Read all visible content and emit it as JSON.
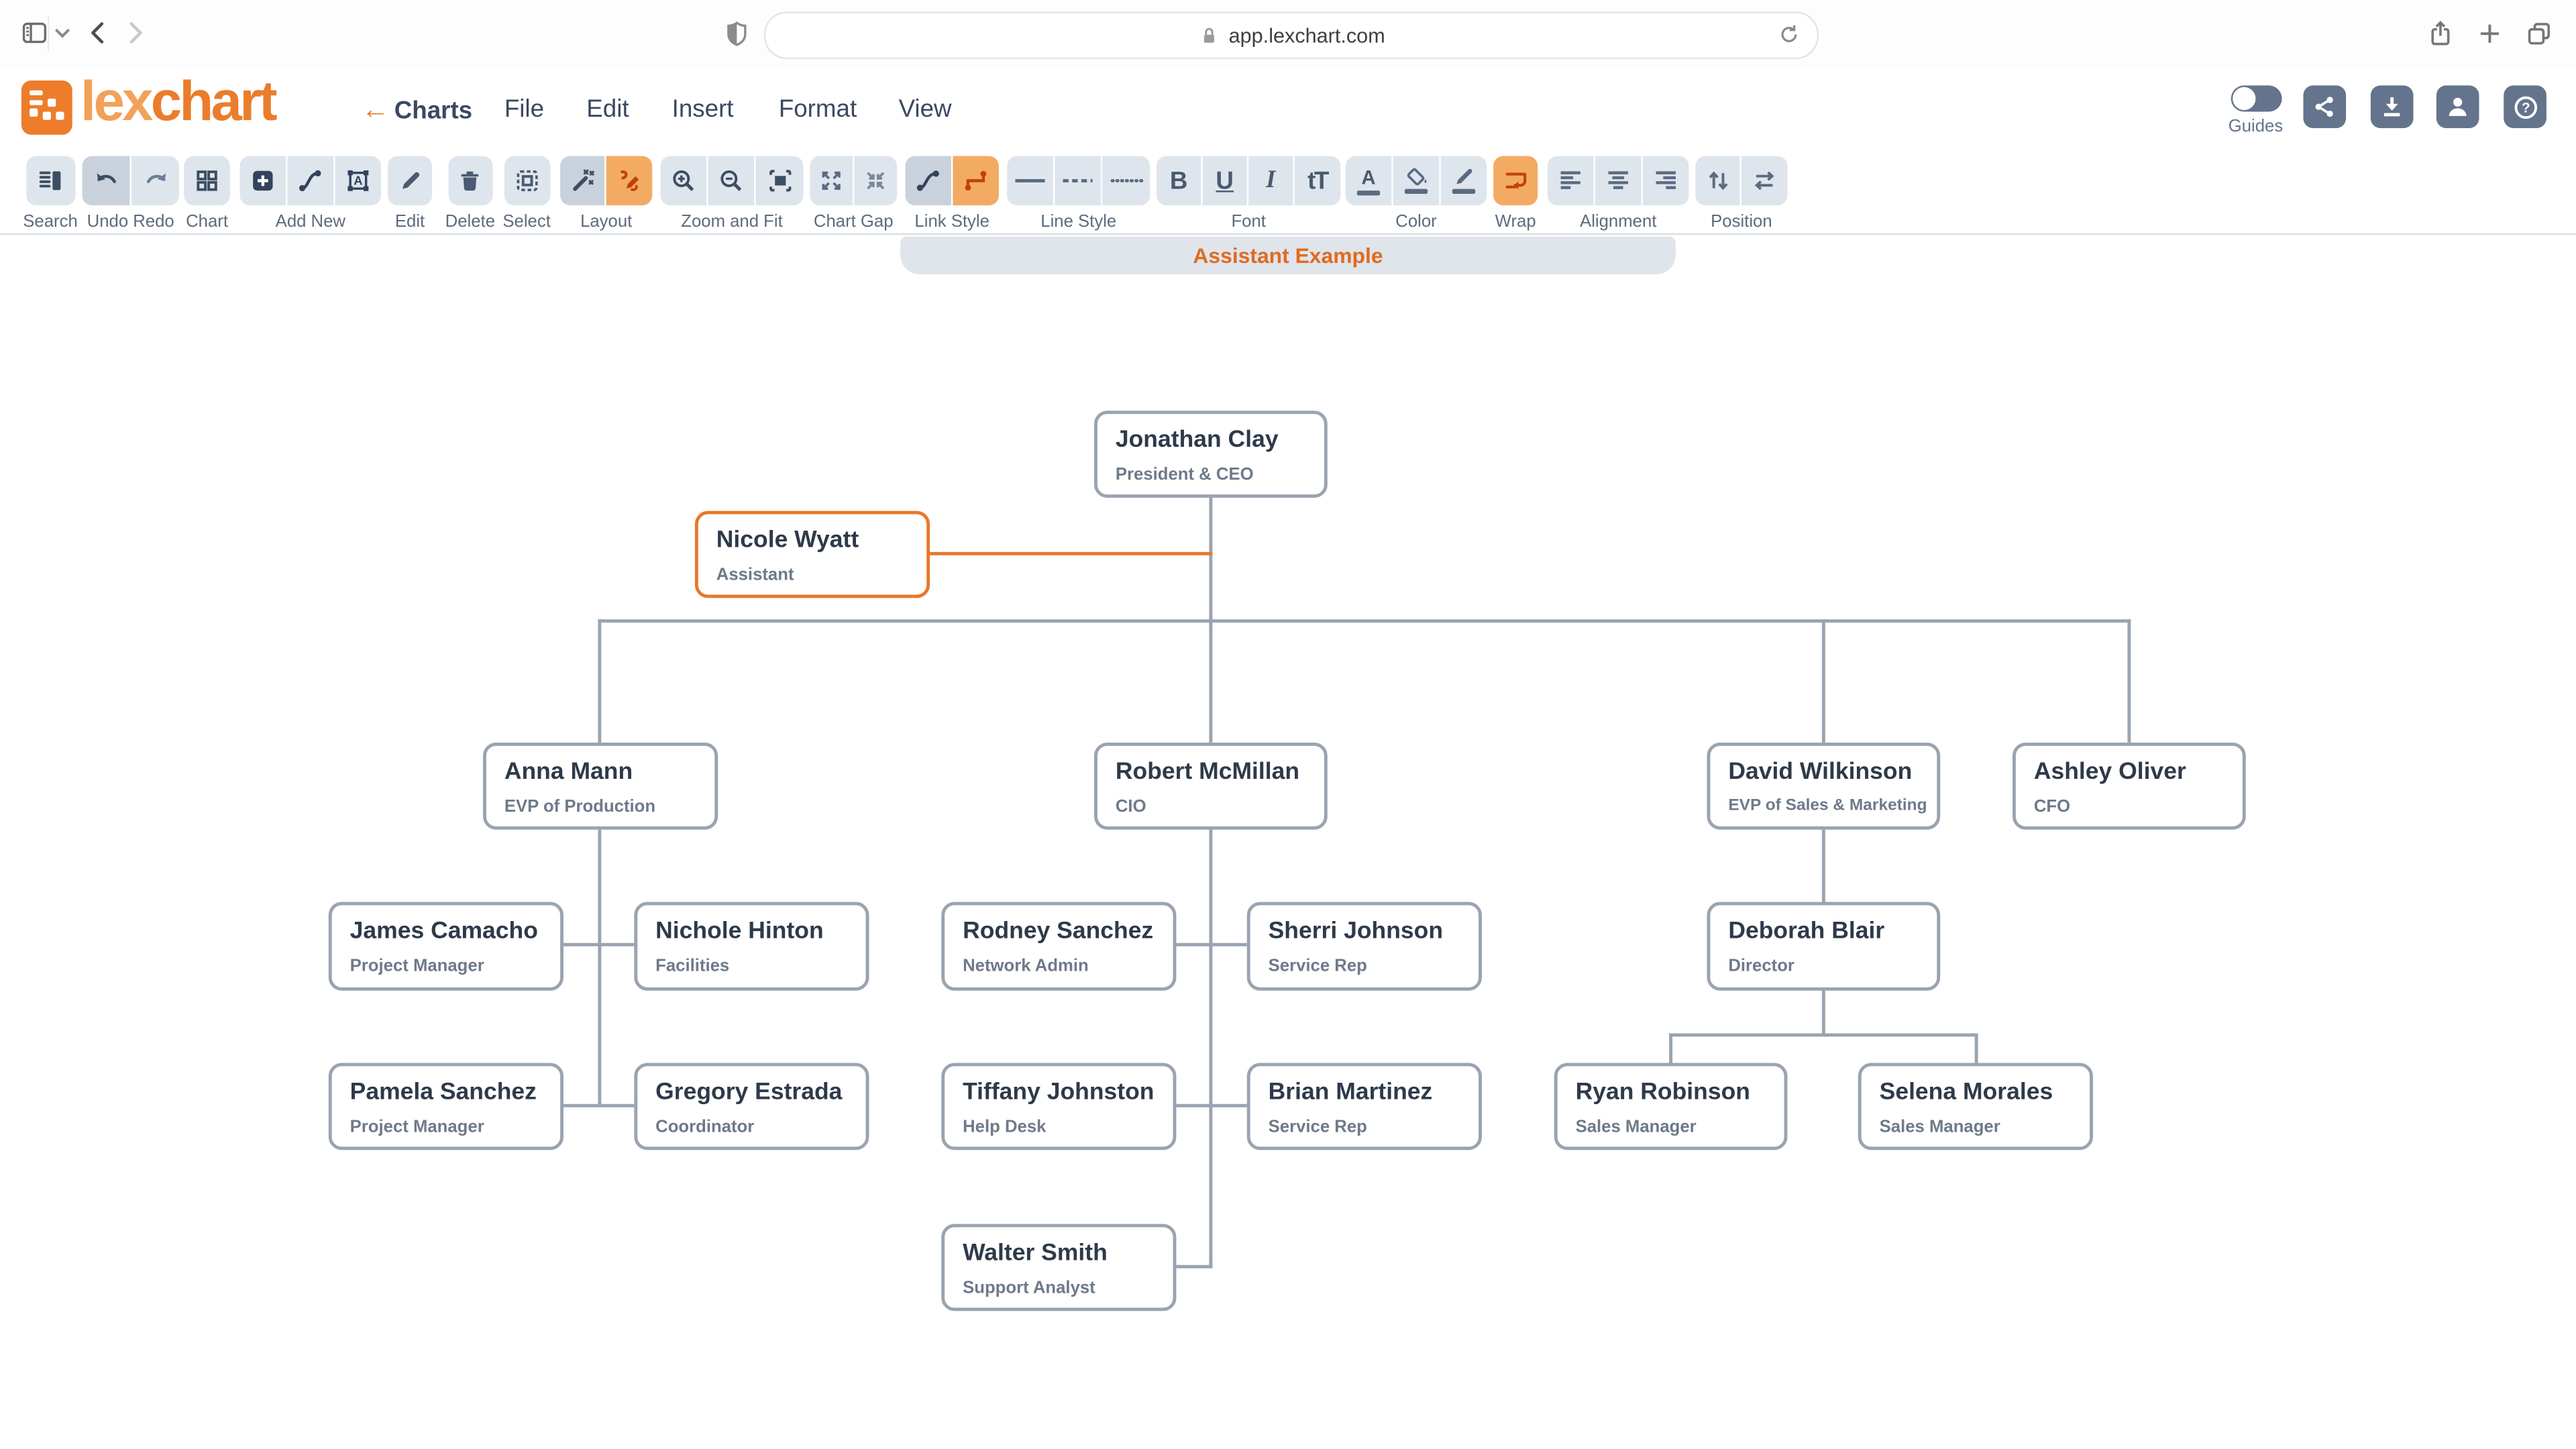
{
  "browser": {
    "url": "app.lexchart.com",
    "icons": [
      "sidebar-icon",
      "chevron-down-icon",
      "back-icon",
      "forward-icon",
      "shield-icon",
      "lock-icon",
      "reload-icon",
      "share-icon",
      "new-tab-icon",
      "tabs-icon"
    ]
  },
  "header": {
    "logo_lex": "lex",
    "logo_chart": "chart",
    "back_label": "Charts",
    "menus": [
      "File",
      "Edit",
      "Insert",
      "Format",
      "View"
    ],
    "guides_label": "Guides",
    "right_icons": [
      "share-nodes-icon",
      "download-icon",
      "person-icon",
      "help-icon"
    ],
    "slate_color": "#64748C"
  },
  "toolbar": {
    "groups": [
      {
        "label": "Search"
      },
      {
        "label": "Undo Redo"
      },
      {
        "label": "Chart"
      },
      {
        "label": "Add New"
      },
      {
        "label": "Edit"
      },
      {
        "label": "Delete"
      },
      {
        "label": "Select"
      },
      {
        "label": "Layout"
      },
      {
        "label": "Zoom and Fit"
      },
      {
        "label": "Chart Gap"
      },
      {
        "label": "Link Style"
      },
      {
        "label": "Line Style"
      },
      {
        "label": "Font"
      },
      {
        "label": "Color"
      },
      {
        "label": "Wrap"
      },
      {
        "label": "Alignment"
      },
      {
        "label": "Position"
      }
    ],
    "font_buttons": {
      "bold": "B",
      "underline": "U",
      "italic": "I",
      "size": "tT"
    },
    "color_letter": "A",
    "accent_button_color": "#F3AB63",
    "accent_icon_color": "#C2410C"
  },
  "canvas": {
    "title": "Assistant Example"
  },
  "org_chart": {
    "accent_color": "#E8772A",
    "line_color": "#9AA3B1",
    "nodes": [
      {
        "name": "Jonathan Clay",
        "title": "President & CEO"
      },
      {
        "name": "Nicole Wyatt",
        "title": "Assistant",
        "accent": true,
        "reports_to": "Jonathan Clay"
      },
      {
        "name": "Anna Mann",
        "title": "EVP of Production",
        "reports_to": "Jonathan Clay"
      },
      {
        "name": "Robert McMillan",
        "title": "CIO",
        "reports_to": "Jonathan Clay"
      },
      {
        "name": "David Wilkinson",
        "title": "EVP of Sales & Marketing",
        "reports_to": "Jonathan Clay"
      },
      {
        "name": "Ashley Oliver",
        "title": "CFO",
        "reports_to": "Jonathan Clay"
      },
      {
        "name": "James Camacho",
        "title": "Project Manager",
        "reports_to": "Anna Mann"
      },
      {
        "name": "Nichole Hinton",
        "title": "Facilities",
        "reports_to": "Anna Mann"
      },
      {
        "name": "Rodney Sanchez",
        "title": "Network Admin",
        "reports_to": "Robert McMillan"
      },
      {
        "name": "Sherri Johnson",
        "title": "Service Rep",
        "reports_to": "Robert McMillan"
      },
      {
        "name": "Pamela Sanchez",
        "title": "Project Manager",
        "reports_to": "Anna Mann"
      },
      {
        "name": "Gregory Estrada",
        "title": "Coordinator",
        "reports_to": "Anna Mann"
      },
      {
        "name": "Tiffany Johnston",
        "title": "Help Desk",
        "reports_to": "Robert McMillan"
      },
      {
        "name": "Brian Martinez",
        "title": "Service Rep",
        "reports_to": "Robert McMillan"
      },
      {
        "name": "Walter Smith",
        "title": "Support Analyst",
        "reports_to": "Robert McMillan"
      },
      {
        "name": "Deborah Blair",
        "title": "Director",
        "reports_to": "David Wilkinson"
      },
      {
        "name": "Ryan Robinson",
        "title": "Sales Manager",
        "reports_to": "Deborah Blair"
      },
      {
        "name": "Selena Morales",
        "title": "Sales Manager",
        "reports_to": "Deborah Blair"
      }
    ]
  }
}
